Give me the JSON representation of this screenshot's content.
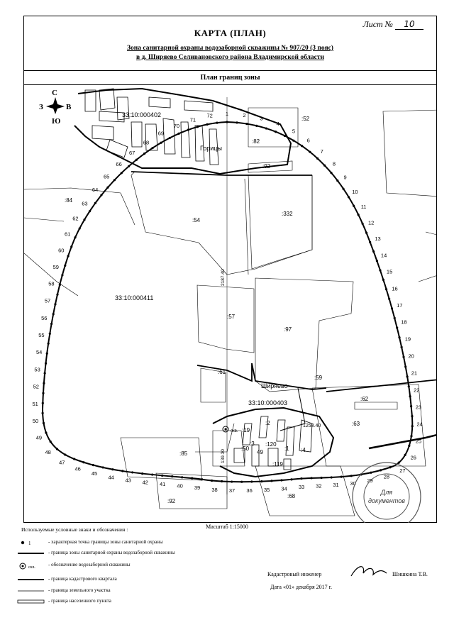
{
  "header": {
    "title": "КАРТА (ПЛАН)",
    "sheet_label": "Лист №",
    "sheet_number": "10",
    "subtitle1": "Зона санитарной охраны водозаборной скважины  № 907/20 (3 пояс)",
    "subtitle2": "в д. Ширяево  Селивановского района Владимирской области",
    "plan_title": "План границ зоны"
  },
  "compass": {
    "n": "С",
    "s": "Ю",
    "w": "З",
    "e": "В"
  },
  "map_labels": {
    "q402": "33:10:000402",
    "q411": "33:10:000411",
    "q403": "33:10:000403",
    "v1": "Горицы",
    "v2": "Ширяево",
    "p52": ":52",
    "p82": ":82",
    "p92a": ":92",
    "p332": ":332",
    "p84": ":84",
    "p54": ":54",
    "p57": ":57",
    "p97": ":97",
    "p59": ":59",
    "p61": ":61",
    "p62": ":62",
    "p63": ":63",
    "p85": ":85",
    "p19": ":19",
    "p2": ":2",
    "p50": ":50",
    "p3": ":3",
    "p49": "49",
    "p120": ":120",
    "p1": ":1",
    "p4": ":4",
    "p119": ":119",
    "p68": ":68",
    "p92b": ":92",
    "well": "скв.",
    "coord1": "2187.40",
    "coord2": "1258.40",
    "coord3": "139.30"
  },
  "point_numbers": [
    "1",
    "2",
    "3",
    "4",
    "5",
    "6",
    "7",
    "8",
    "9",
    "10",
    "11",
    "12",
    "13",
    "14",
    "15",
    "16",
    "17",
    "18",
    "19",
    "20",
    "21",
    "22",
    "23",
    "24",
    "25",
    "26",
    "27",
    "28",
    "29",
    "30",
    "31",
    "32",
    "33",
    "34",
    "35",
    "36",
    "37",
    "38",
    "39",
    "40",
    "41",
    "42",
    "43",
    "44",
    "45",
    "46",
    "47",
    "48",
    "49",
    "50",
    "51",
    "52",
    "53",
    "54",
    "55",
    "56",
    "57",
    "58",
    "59",
    "60",
    "61",
    "62",
    "63",
    "64",
    "65",
    "66",
    "67",
    "68",
    "69",
    "70",
    "71",
    "72"
  ],
  "stamp": {
    "line1": "Для",
    "line2": "документов"
  },
  "scale": "Масштаб 1:15000",
  "legend": {
    "title": "Используемые условные знаки и обозначения :",
    "items": [
      {
        "mark": "1",
        "text": "- характерная точка границы зоны санитарной охраны"
      },
      {
        "mark": "",
        "text": "- граница зоны санитарной охраны водозаборной скважины"
      },
      {
        "mark": "скв.",
        "text": "- обозначение водозаборной скважины"
      },
      {
        "mark": "",
        "text": "- граница кадастрового квартала"
      },
      {
        "mark": "",
        "text": "- граница земельного участка"
      },
      {
        "mark": "",
        "text": "- граница населенного пункта"
      }
    ]
  },
  "signoff": {
    "role": "Кадастровый инженер",
    "name": "Шишкина Т.В.",
    "date": "Дата   «01» декабря  2017 г."
  }
}
